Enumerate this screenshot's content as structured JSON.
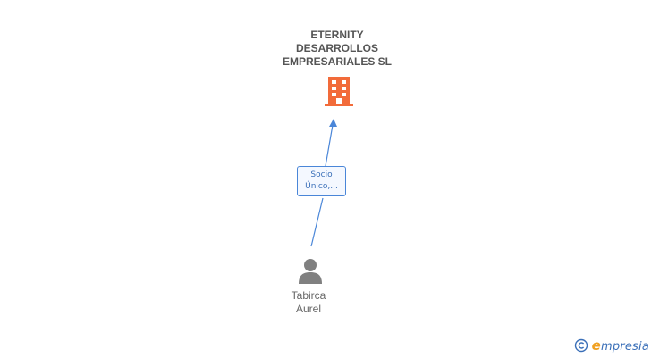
{
  "company": {
    "name_lines": [
      "ETERNITY",
      "DESARROLLOS",
      "EMPRESARIALES SL"
    ],
    "icon": "building-icon",
    "icon_color": "#f26b3a"
  },
  "relation": {
    "label_lines": [
      "Socio",
      "Único,..."
    ],
    "color": "#4a86d8"
  },
  "person": {
    "name_lines": [
      "Tabirca",
      "Aurel"
    ],
    "icon": "person-icon",
    "icon_color": "#808080"
  },
  "brand": {
    "copyright_symbol": "©",
    "logo_initial": "e",
    "logo_rest": "mpresia"
  }
}
